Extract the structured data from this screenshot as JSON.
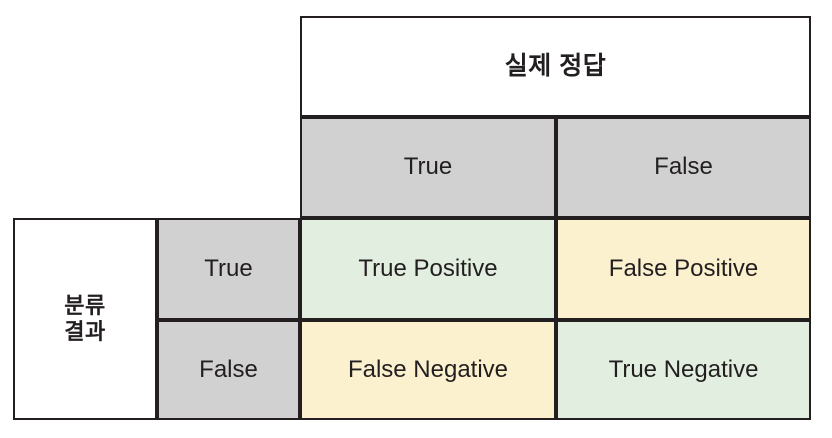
{
  "diagram": {
    "type": "confusion-matrix",
    "title_actual": "실제 정답",
    "title_predicted": "분류\n결과",
    "column_headers": [
      "True",
      "False"
    ],
    "row_headers": [
      "True",
      "False"
    ],
    "cells": [
      [
        "True Positive",
        "False Positive"
      ],
      [
        "False Negative",
        "True Negative"
      ]
    ],
    "colors": {
      "correct_fill": "#e2eedf",
      "incorrect_fill": "#fcf1cf",
      "header_fill": "#d1d1d1",
      "title_fill": "#ffffff",
      "border": "#231f20",
      "text": "#231f20"
    }
  }
}
